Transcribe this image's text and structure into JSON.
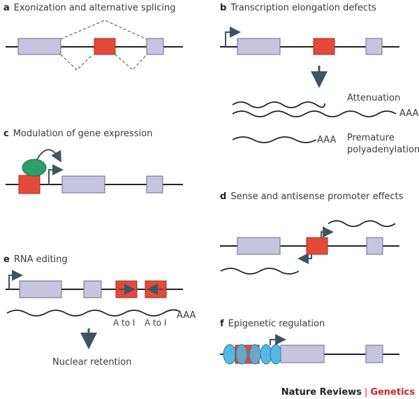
{
  "panels": {
    "a": {
      "letter": "a",
      "title": "Exonization and alternative splicing"
    },
    "b": {
      "letter": "b",
      "title": "Transcription elongation defects",
      "attenuation": "Attenuation",
      "aaa_1": "AAA",
      "aaa_2": "AAA",
      "premature": "Premature",
      "polyadenylation": "polyadenylation"
    },
    "c": {
      "letter": "c",
      "title": "Modulation of gene expression"
    },
    "d": {
      "letter": "d",
      "title": "Sense and antisense promoter effects"
    },
    "e": {
      "letter": "e",
      "title": "RNA editing",
      "aaa": "AAA",
      "a_to_i_1": "A to I",
      "a_to_i_2": "A to I",
      "nuclear_retention": "Nuclear retention"
    },
    "f": {
      "letter": "f",
      "title": "Epigenetic regulation"
    }
  },
  "credit": {
    "journal": "Nature Reviews",
    "separator": "|",
    "section": "Genetics"
  },
  "colors": {
    "exon": "#c7c4df",
    "repeat_element": "#e44a3a",
    "protein_green": "#2f9e6a",
    "histone_blue": "#55b8e0",
    "arrow": "#3f5461",
    "credit_red": "#d2232a"
  }
}
